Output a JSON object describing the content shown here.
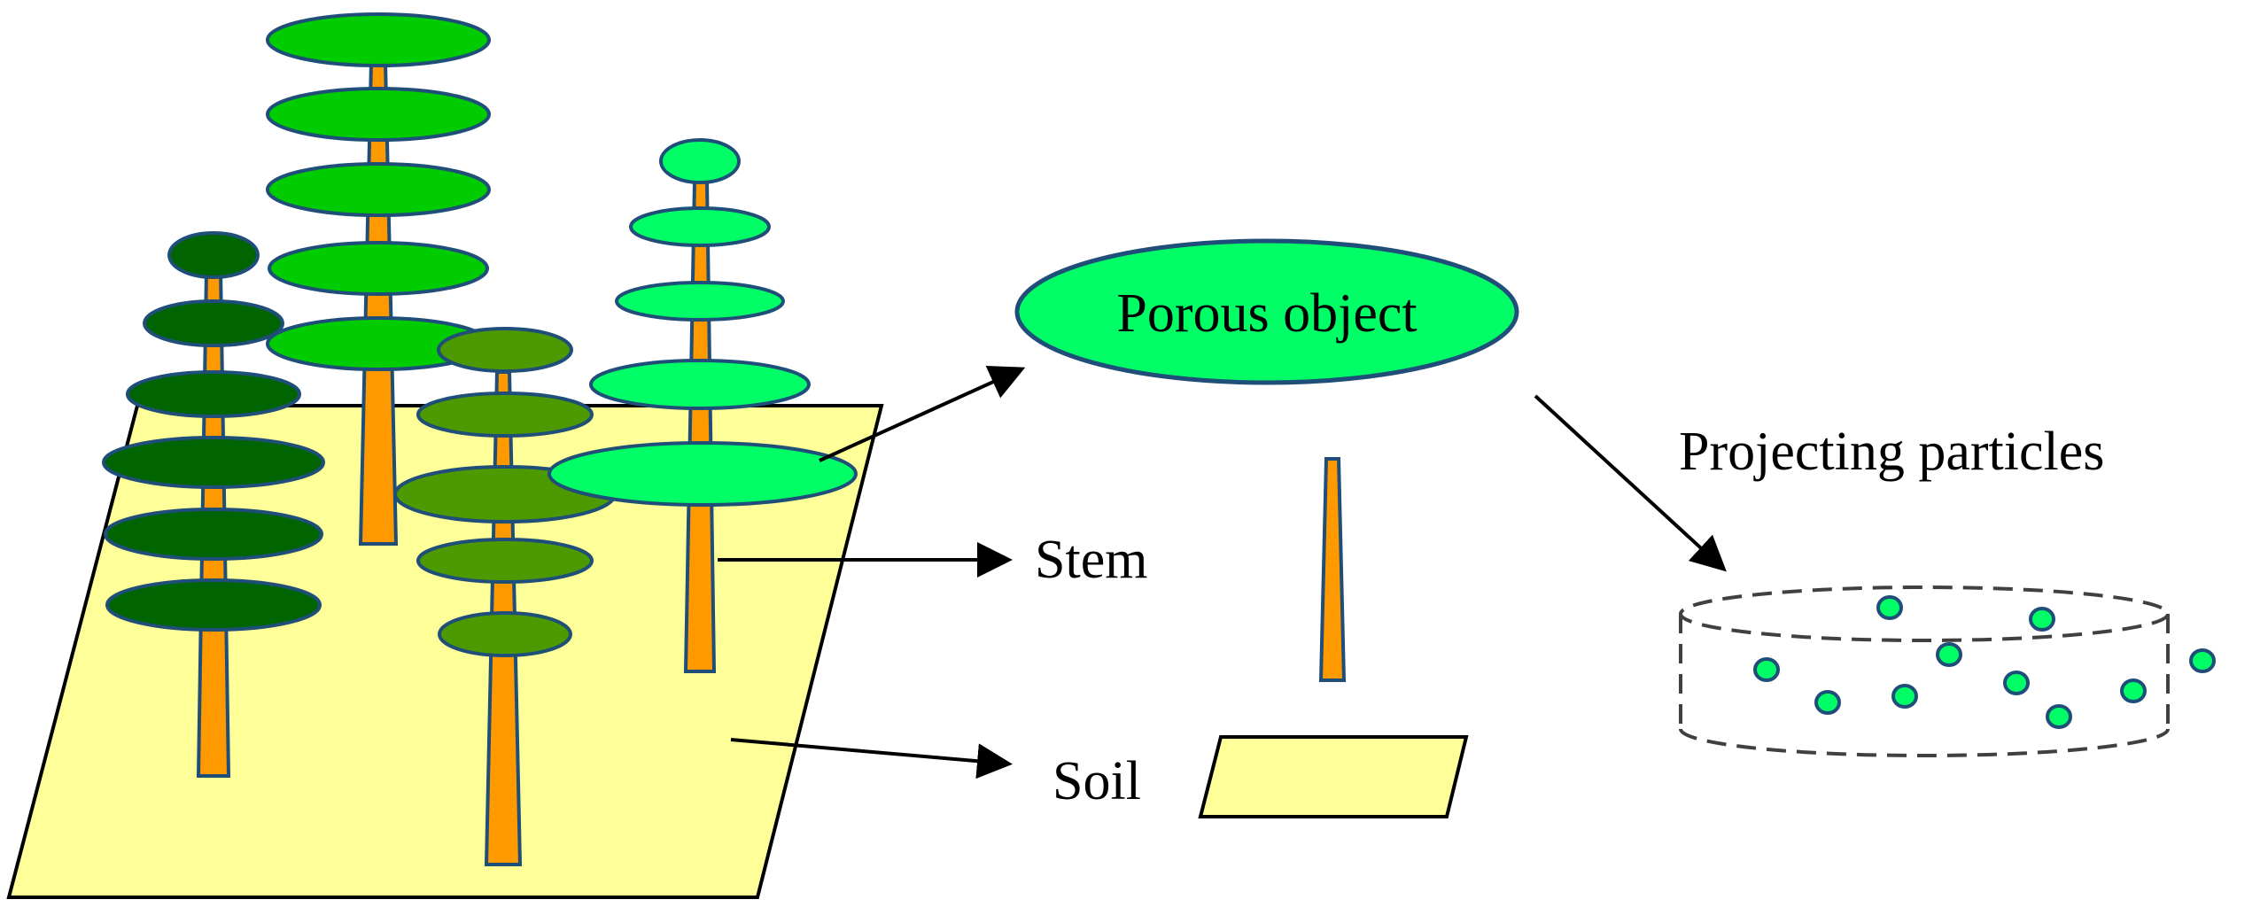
{
  "labels": {
    "porous_object": "Porous object",
    "stem": "Stem",
    "soil": "Soil",
    "projecting_particles": "Projecting particles"
  },
  "colors": {
    "soil_fill": "#ffff99",
    "stem_fill": "#ff9900",
    "outline": "#1f4e79",
    "crown_dark_green": "#006400",
    "crown_medium_green": "#00cc00",
    "crown_olive_green": "#4d9a00",
    "crown_light_green": "#00ff66",
    "particle_fill": "#00ff66",
    "arrow": "#000000",
    "dashed_outline": "#404040"
  }
}
